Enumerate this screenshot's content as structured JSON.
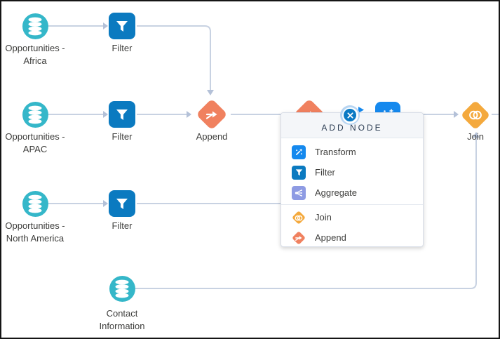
{
  "colors": {
    "dataset_teal": "#35b7c9",
    "filter_blue": "#0b7ac0",
    "transform_blue": "#1589ee",
    "aggregate_purple": "#8e9be3",
    "append_orange": "#f0815f",
    "join_yellow": "#f4a93d",
    "edge_gray": "#c8d2e2",
    "arrow_gray": "#b4c1d8",
    "close_blue": "#0b7ac4"
  },
  "flow": {
    "nodes": {
      "africa": {
        "type": "dataset",
        "label1": "Opportunities -",
        "label2": "Africa"
      },
      "filter_africa": {
        "type": "filter",
        "label1": "Filter"
      },
      "apac": {
        "type": "dataset",
        "label1": "Opportunities -",
        "label2": "APAC"
      },
      "filter_apac": {
        "type": "filter",
        "label1": "Filter"
      },
      "append": {
        "type": "append",
        "label1": "Append"
      },
      "north_america": {
        "type": "dataset",
        "label1": "Opportunities -",
        "label2": "North America"
      },
      "filter_na": {
        "type": "filter",
        "label1": "Filter"
      },
      "contact": {
        "type": "dataset",
        "label1": "Contact",
        "label2": "Information"
      },
      "join": {
        "type": "join",
        "label1": "Join"
      }
    }
  },
  "popup": {
    "title": "ADD NODE",
    "items": [
      {
        "label": "Transform",
        "icon": "transform-icon"
      },
      {
        "label": "Filter",
        "icon": "filter-icon"
      },
      {
        "label": "Aggregate",
        "icon": "aggregate-icon"
      },
      {
        "label": "Join",
        "icon": "join-icon"
      },
      {
        "label": "Append",
        "icon": "append-icon"
      }
    ]
  }
}
